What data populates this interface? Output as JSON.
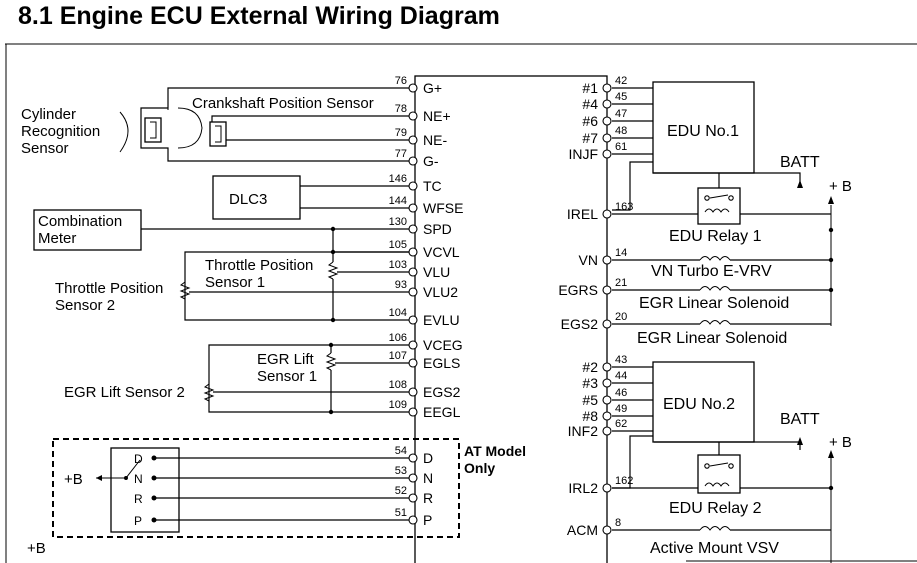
{
  "page": {
    "title": "8.1  Engine ECU External Wiring Diagram"
  },
  "left_components": {
    "cylinder_sensor": [
      "Cylinder",
      "Recognition",
      "Sensor"
    ],
    "crankshaft_sensor": "Crankshaft Position Sensor",
    "dlc3": "DLC3",
    "combination_meter": [
      "Combination",
      "Meter"
    ],
    "throttle_sensor_1": [
      "Throttle Position",
      "Sensor 1"
    ],
    "throttle_sensor_2": [
      "Throttle Position",
      "Sensor 2"
    ],
    "egr_lift_sensor_1": [
      "EGR Lift",
      "Sensor 1"
    ],
    "egr_lift_sensor_2": "EGR Lift Sensor 2",
    "at_model": [
      "AT Model",
      "Only"
    ],
    "switch_positions": [
      "D",
      "N",
      "R",
      "P"
    ],
    "plus_b_left": "+B",
    "plus_b_bottom": "+B"
  },
  "left_pins": [
    {
      "num": "76",
      "sig": "G+"
    },
    {
      "num": "78",
      "sig": "NE+"
    },
    {
      "num": "79",
      "sig": "NE-"
    },
    {
      "num": "77",
      "sig": "G-"
    },
    {
      "num": "146",
      "sig": "TC"
    },
    {
      "num": "144",
      "sig": "WFSE"
    },
    {
      "num": "130",
      "sig": "SPD"
    },
    {
      "num": "105",
      "sig": "VCVL"
    },
    {
      "num": "103",
      "sig": "VLU"
    },
    {
      "num": "93",
      "sig": "VLU2"
    },
    {
      "num": "104",
      "sig": "EVLU"
    },
    {
      "num": "106",
      "sig": "VCEG"
    },
    {
      "num": "107",
      "sig": "EGLS"
    },
    {
      "num": "108",
      "sig": "EGS2"
    },
    {
      "num": "109",
      "sig": "EEGL"
    },
    {
      "num": "54",
      "sig": "D"
    },
    {
      "num": "53",
      "sig": "N"
    },
    {
      "num": "52",
      "sig": "R"
    },
    {
      "num": "51",
      "sig": "P"
    }
  ],
  "right_pins": [
    {
      "num": "42",
      "sig": "#1"
    },
    {
      "num": "45",
      "sig": "#4"
    },
    {
      "num": "47",
      "sig": "#6"
    },
    {
      "num": "48",
      "sig": "#7"
    },
    {
      "num": "61",
      "sig": "INJF"
    },
    {
      "num": "163",
      "sig": "IREL"
    },
    {
      "num": "14",
      "sig": "VN"
    },
    {
      "num": "21",
      "sig": "EGRS"
    },
    {
      "num": "20",
      "sig": "EGS2"
    },
    {
      "num": "43",
      "sig": "#2"
    },
    {
      "num": "44",
      "sig": "#3"
    },
    {
      "num": "46",
      "sig": "#5"
    },
    {
      "num": "49",
      "sig": "#8"
    },
    {
      "num": "62",
      "sig": "INF2"
    },
    {
      "num": "162",
      "sig": "IRL2"
    },
    {
      "num": "8",
      "sig": "ACM"
    }
  ],
  "right_components": {
    "edu1": "EDU No.1",
    "edu2": "EDU No.2",
    "batt_1": "BATT",
    "batt_2": "BATT",
    "plus_b_1": "+ B",
    "plus_b_2": "+ B",
    "edu_relay_1": "EDU Relay 1",
    "edu_relay_2": "EDU Relay 2",
    "vn_turbo": "VN Turbo E-VRV",
    "egr_solenoid_1": "EGR Linear Solenoid",
    "egr_solenoid_2": "EGR Linear Solenoid",
    "active_mount": "Active Mount VSV"
  }
}
